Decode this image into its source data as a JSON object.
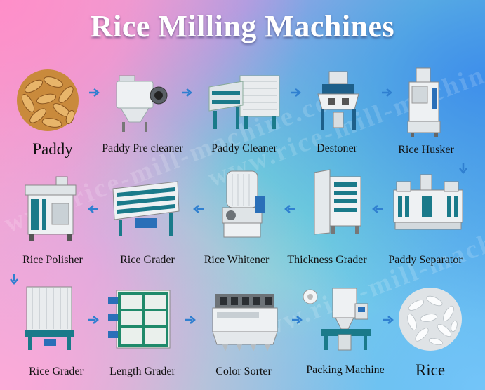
{
  "title": "Rice Milling Machines",
  "watermark": "www.rice-mill-machine.com",
  "colors": {
    "title_text": "#ffffff",
    "arrow": "#2f7fd0",
    "label_text": "#111111",
    "machine_body": "#e8ecef",
    "machine_accent": "#1a7a8a"
  },
  "steps": [
    {
      "label": "Paddy",
      "icon": "paddy-grains-icon"
    },
    {
      "label": "Paddy Pre cleaner",
      "icon": "pre-cleaner-machine-icon"
    },
    {
      "label": "Paddy Cleaner",
      "icon": "paddy-cleaner-machine-icon"
    },
    {
      "label": "Destoner",
      "icon": "destoner-machine-icon"
    },
    {
      "label": "Rice Husker",
      "icon": "rice-husker-machine-icon"
    },
    {
      "label": "Paddy Separator",
      "icon": "paddy-separator-machine-icon"
    },
    {
      "label": "Thickness Grader",
      "icon": "thickness-grader-machine-icon"
    },
    {
      "label": "Rice Whitener",
      "icon": "rice-whitener-machine-icon"
    },
    {
      "label": "Rice Grader",
      "icon": "rice-grader-machine-icon"
    },
    {
      "label": "Rice Polisher",
      "icon": "rice-polisher-machine-icon"
    },
    {
      "label": "Rice Grader",
      "icon": "rice-grader-tall-machine-icon"
    },
    {
      "label": "Length Grader",
      "icon": "length-grader-machine-icon"
    },
    {
      "label": "Color Sorter",
      "icon": "color-sorter-machine-icon"
    },
    {
      "label": "Packing Machine",
      "icon": "packing-machine-icon"
    },
    {
      "label": "Rice",
      "icon": "white-rice-grains-icon"
    }
  ]
}
